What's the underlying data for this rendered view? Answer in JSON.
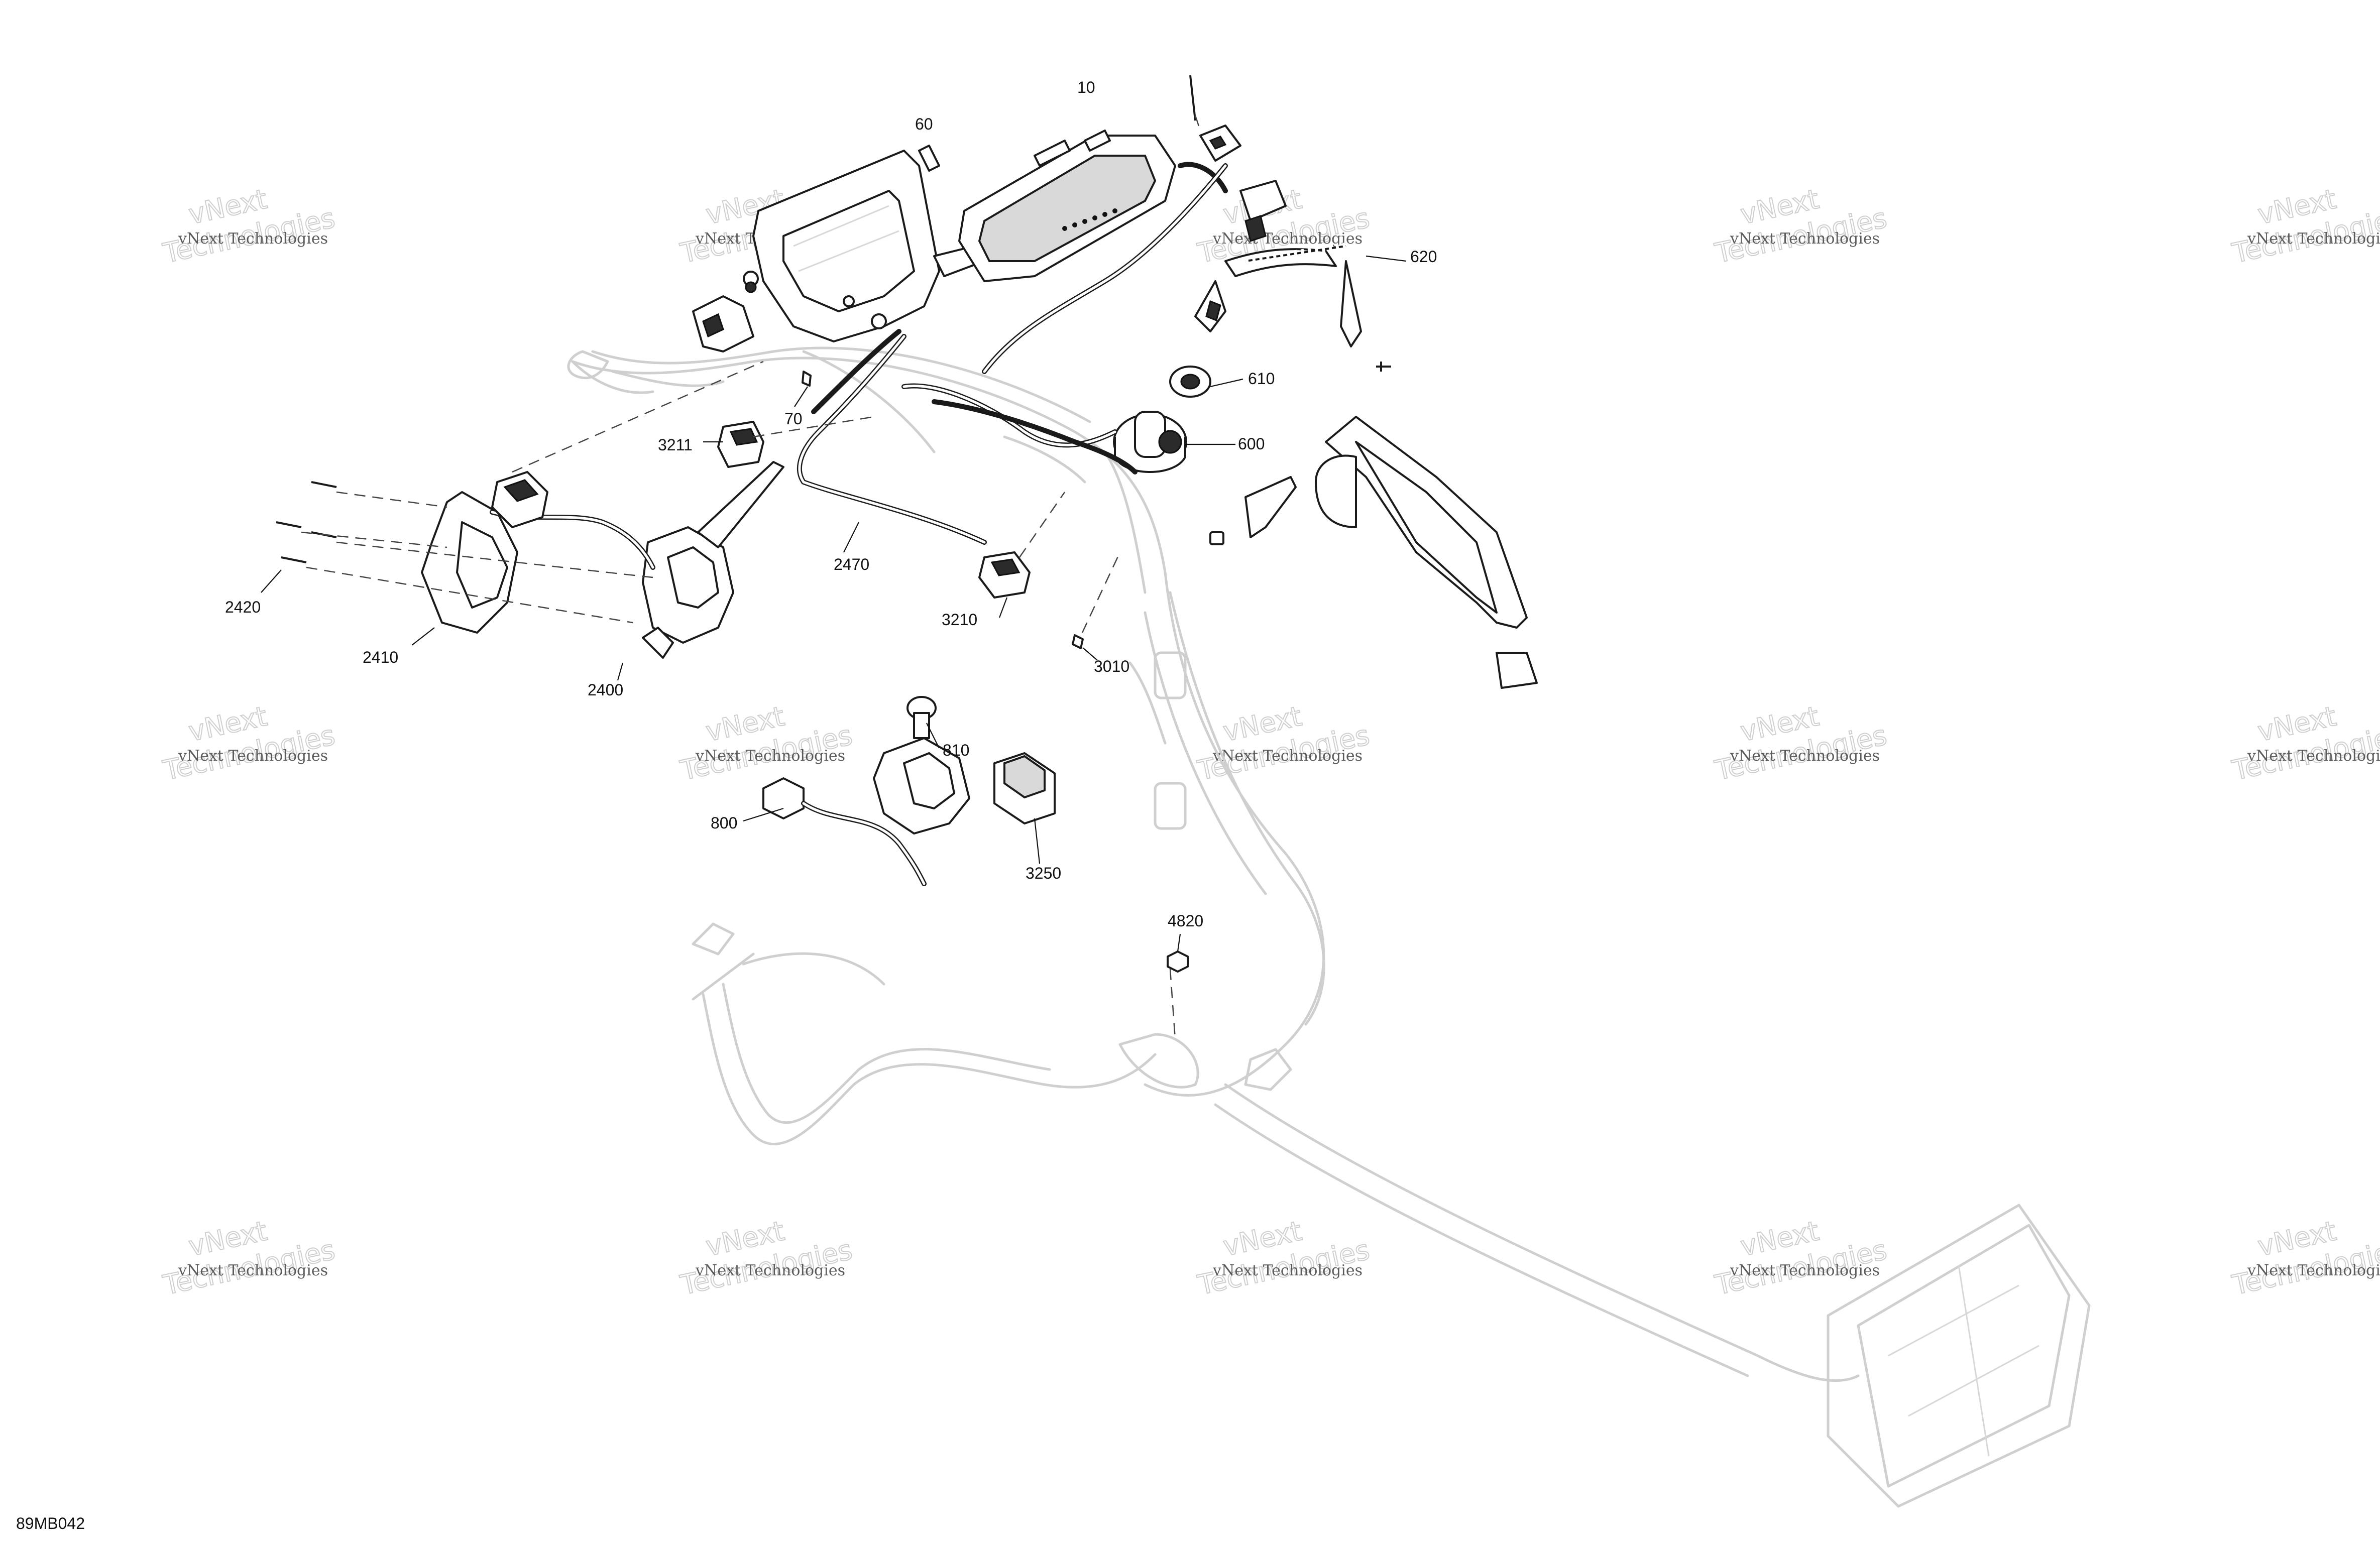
{
  "diagram": {
    "reference_code": "89MB042",
    "callouts": [
      "10",
      "60",
      "70",
      "600",
      "610",
      "620",
      "800",
      "810",
      "2400",
      "2410",
      "2420",
      "2470",
      "3010",
      "3210",
      "3211",
      "3250",
      "4820"
    ],
    "watermark": {
      "line1": "vNext Technologies",
      "line2": "vNext",
      "line3": "Technologies"
    }
  }
}
